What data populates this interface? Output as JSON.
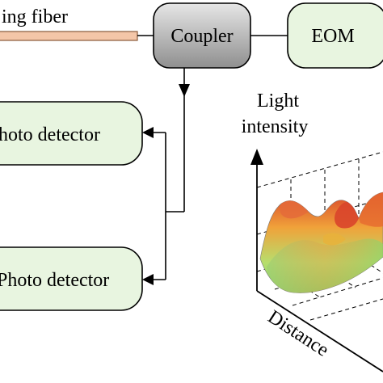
{
  "fiber": {
    "label": "ing fiber",
    "color": "#f4c6a8"
  },
  "coupler": {
    "label": "Coupler"
  },
  "eom": {
    "label": "EOM"
  },
  "detectors": [
    {
      "label": "hoto detector"
    },
    {
      "label": "Photo detector"
    }
  ],
  "plot": {
    "y_label_line1": "Light",
    "y_label_line2": "intensity",
    "x_label": "Distance"
  },
  "colors": {
    "box_fill": "#e8f5e0",
    "coupler_fill_top": "#e0e0e0",
    "coupler_fill_bottom": "#8f8f8f",
    "surface_red": "#d9452b",
    "surface_orange": "#f0a23a",
    "surface_green": "#7ed46a"
  }
}
